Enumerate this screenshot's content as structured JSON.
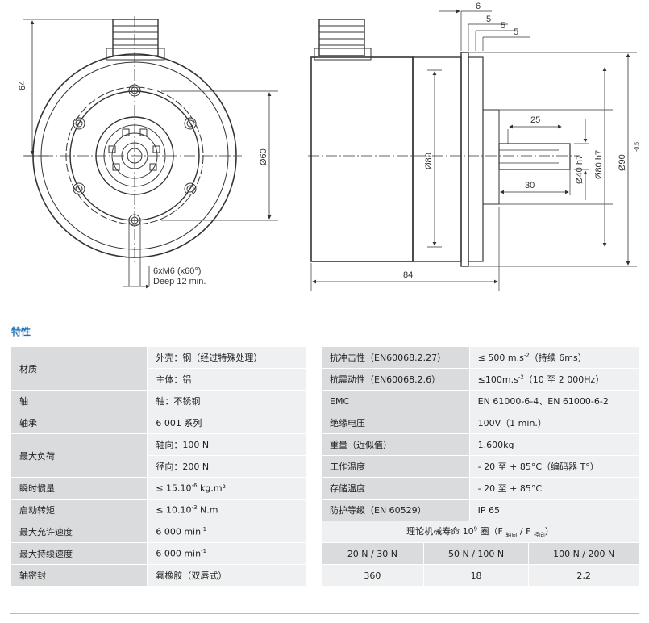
{
  "drawing": {
    "dims": {
      "d64": "64",
      "d60": "Ø60",
      "note_line1": "6xM6 (x60°)",
      "note_line2": "Deep 12 min.",
      "d6": "6",
      "d5a": "5",
      "d5b": "5",
      "d5c": "5",
      "d80": "Ø80",
      "d25": "25",
      "d30": "30",
      "d40h7": "Ø40 h7",
      "d80h7": "Ø80 h7",
      "d90": "Ø90",
      "d90_tol": "-0.5",
      "d84": "84"
    }
  },
  "section_title": "特性",
  "left_table": {
    "material_label": "材质",
    "material_1": "外壳：钢（经过特殊处理）",
    "material_2": "主体：铝",
    "shaft_label": "轴",
    "shaft_value": "轴：不锈钢",
    "bearing_label": "轴承",
    "bearing_value": "6 001 系列",
    "maxload_label": "最大负荷",
    "maxload_axial": "轴向：100 N",
    "maxload_radial": "径向：200 N",
    "inertia_label": "瞬时惯量",
    "inertia_value_a": "≤ 15.10",
    "inertia_value_sup": "-6",
    "inertia_value_b": " kg.m²",
    "torque_label": "启动转矩",
    "torque_value_a": "≤ 10.10",
    "torque_value_sup": "-3",
    "torque_value_b": " N.m",
    "maxspeed_label": "最大允许速度",
    "maxspeed_value_a": "6 000 min",
    "maxspeed_value_sup": "-1",
    "contspeed_label": "最大持续速度",
    "contspeed_value_a": "6 000 min",
    "contspeed_value_sup": "-1",
    "seal_label": "轴密封",
    "seal_value": "氟橡胶（双唇式）"
  },
  "right_table": {
    "shock_label": "抗冲击性（EN60068.2.27）",
    "shock_value_a": "≤ 500 m.s",
    "shock_value_sup": "-2",
    "shock_value_b": "（持续 6ms）",
    "vib_label": "抗震动性（EN60068.2.6）",
    "vib_value_a": "≤100m.s",
    "vib_value_sup": "-2",
    "vib_value_b": "（10 至 2 000Hz）",
    "emc_label": "EMC",
    "emc_value": "EN 61000-6-4、EN 61000-6-2",
    "insul_label": "绝缘电压",
    "insul_value": "100V（1 min.）",
    "weight_label": "重量（近似值）",
    "weight_value": "1.600kg",
    "optemp_label": "工作温度",
    "optemp_value": "- 20 至 + 85°C（编码器 T°）",
    "sttemp_label": "存储温度",
    "sttemp_value": "- 20 至 + 85°C",
    "prot_label": "防护等级（EN 60529）",
    "prot_value": "IP 65",
    "life_header_a": "理论机械寿命 10",
    "life_header_sup": "9",
    "life_header_b": " 圈（F ",
    "life_header_sub1": "轴向",
    "life_header_c": " / F ",
    "life_header_sub2": "径向",
    "life_header_d": "）",
    "life_cols": [
      "20 N / 30 N",
      "50 N / 100 N",
      "100 N / 200 N"
    ],
    "life_vals": [
      "360",
      "18",
      "2,2"
    ]
  }
}
